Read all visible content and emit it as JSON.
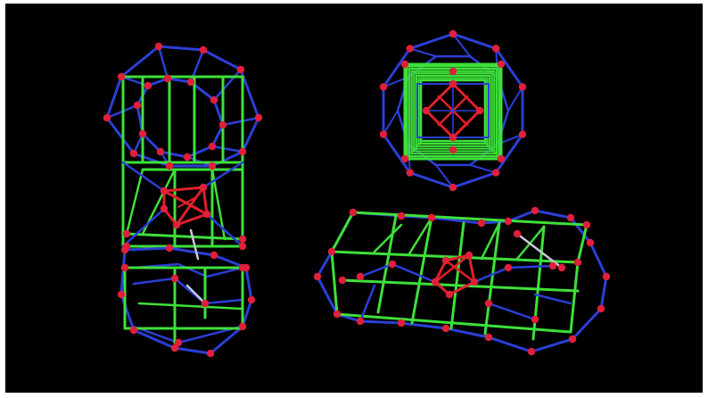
{
  "scene": {
    "background": "#000000",
    "frame_color": "#ffffff",
    "colors": {
      "edge_outer": "#2b3fd6",
      "edge_inner": "#3ee03a",
      "edge_core": "#e0202a",
      "edge_highlight": "#c8c8d8",
      "vertex": "#e0203a"
    },
    "models": [
      {
        "name": "vertical-stack-model",
        "orientation": "vertical"
      },
      {
        "name": "top-polyhedron-model",
        "orientation": "front"
      },
      {
        "name": "horizontal-stack-model",
        "orientation": "horizontal"
      }
    ]
  }
}
